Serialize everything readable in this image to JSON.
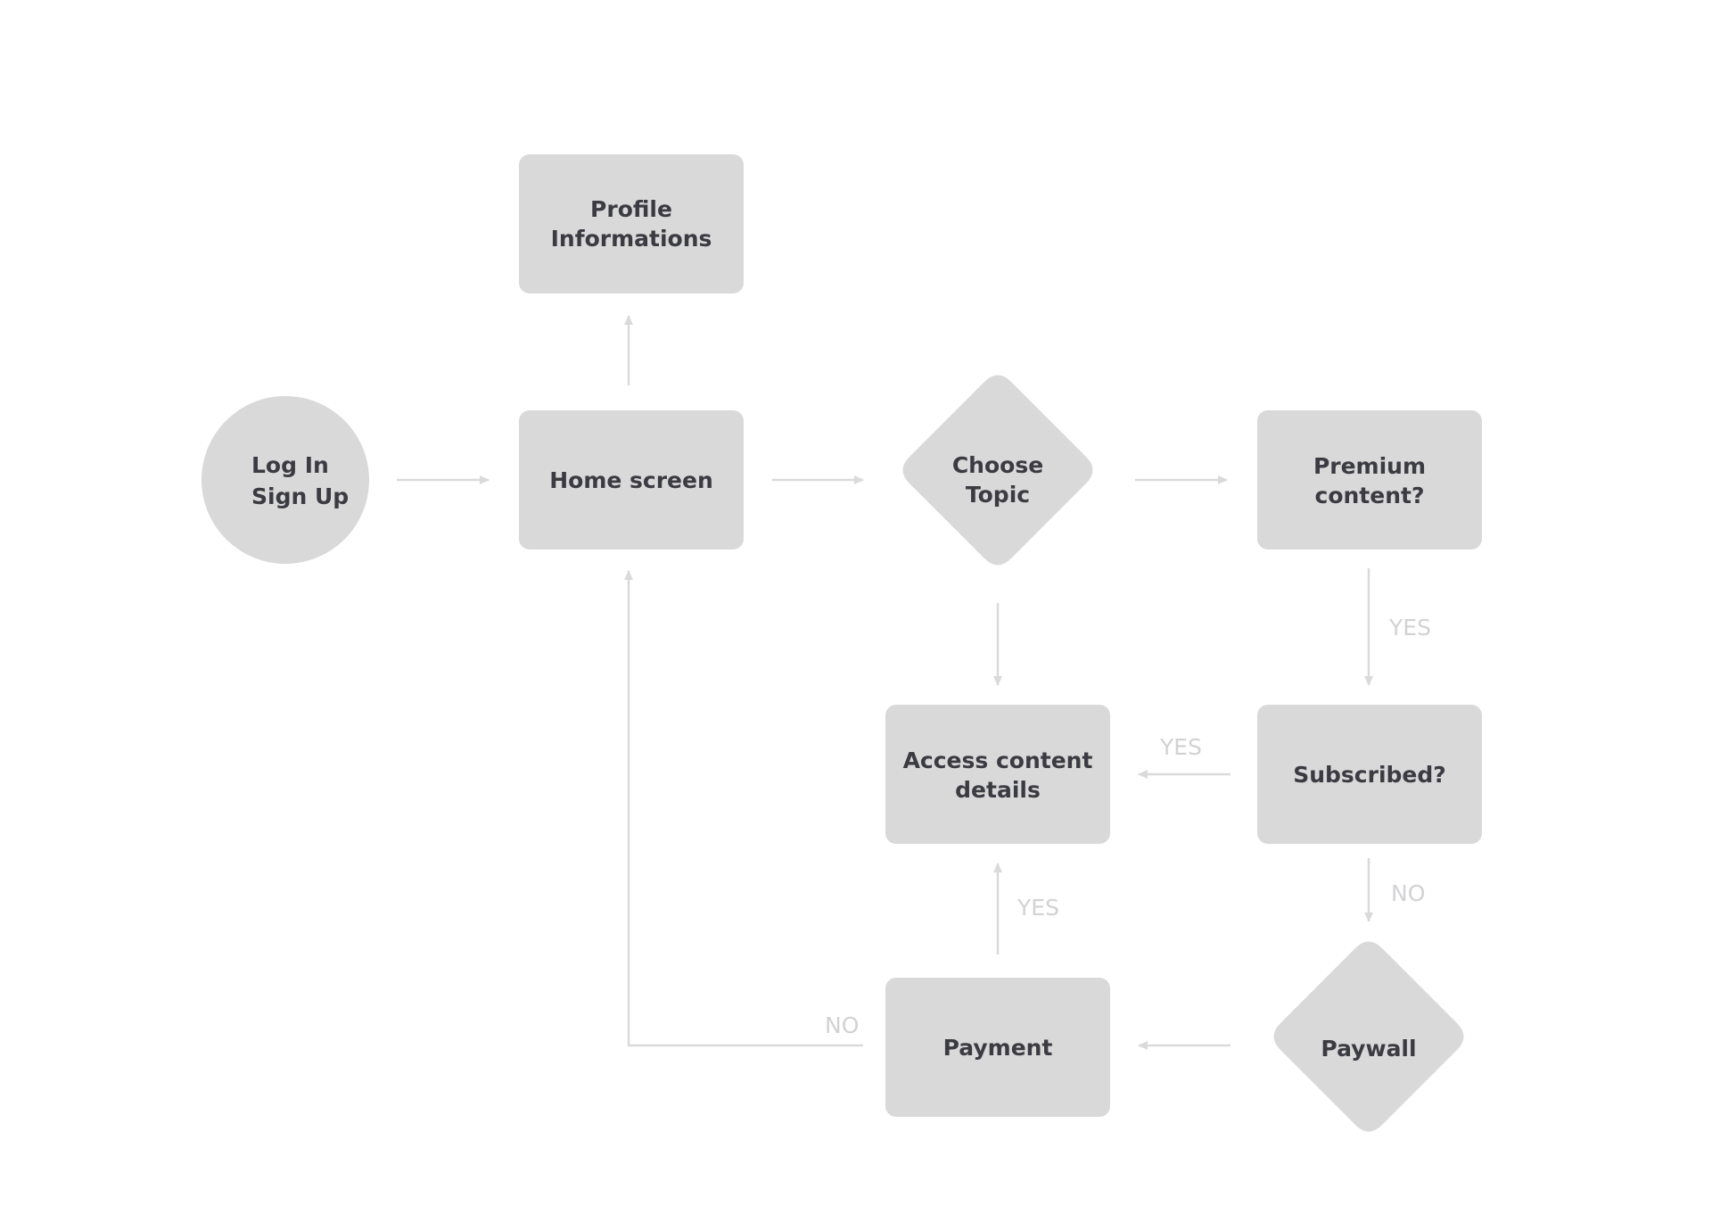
{
  "nodes": {
    "login": {
      "line1": "Log In",
      "line2": "Sign Up"
    },
    "profile": {
      "line1": "Profile",
      "line2": "Informations"
    },
    "home": {
      "label": "Home screen"
    },
    "choose_topic": {
      "line1": "Choose",
      "line2": "Topic"
    },
    "premium": {
      "line1": "Premium",
      "line2": "content?"
    },
    "subscribed": {
      "label": "Subscribed?"
    },
    "access": {
      "line1": "Access content",
      "line2": "details"
    },
    "payment": {
      "label": "Payment"
    },
    "paywall": {
      "label": "Paywall"
    }
  },
  "edge_labels": {
    "premium_yes": "YES",
    "subscribed_yes": "YES",
    "subscribed_no": "NO",
    "payment_yes": "YES",
    "payment_no": "NO"
  },
  "colors": {
    "node_fill": "#d9d9d9",
    "node_text": "#3b3b42",
    "edge": "#dadada",
    "edge_label": "#d2d2d4"
  }
}
